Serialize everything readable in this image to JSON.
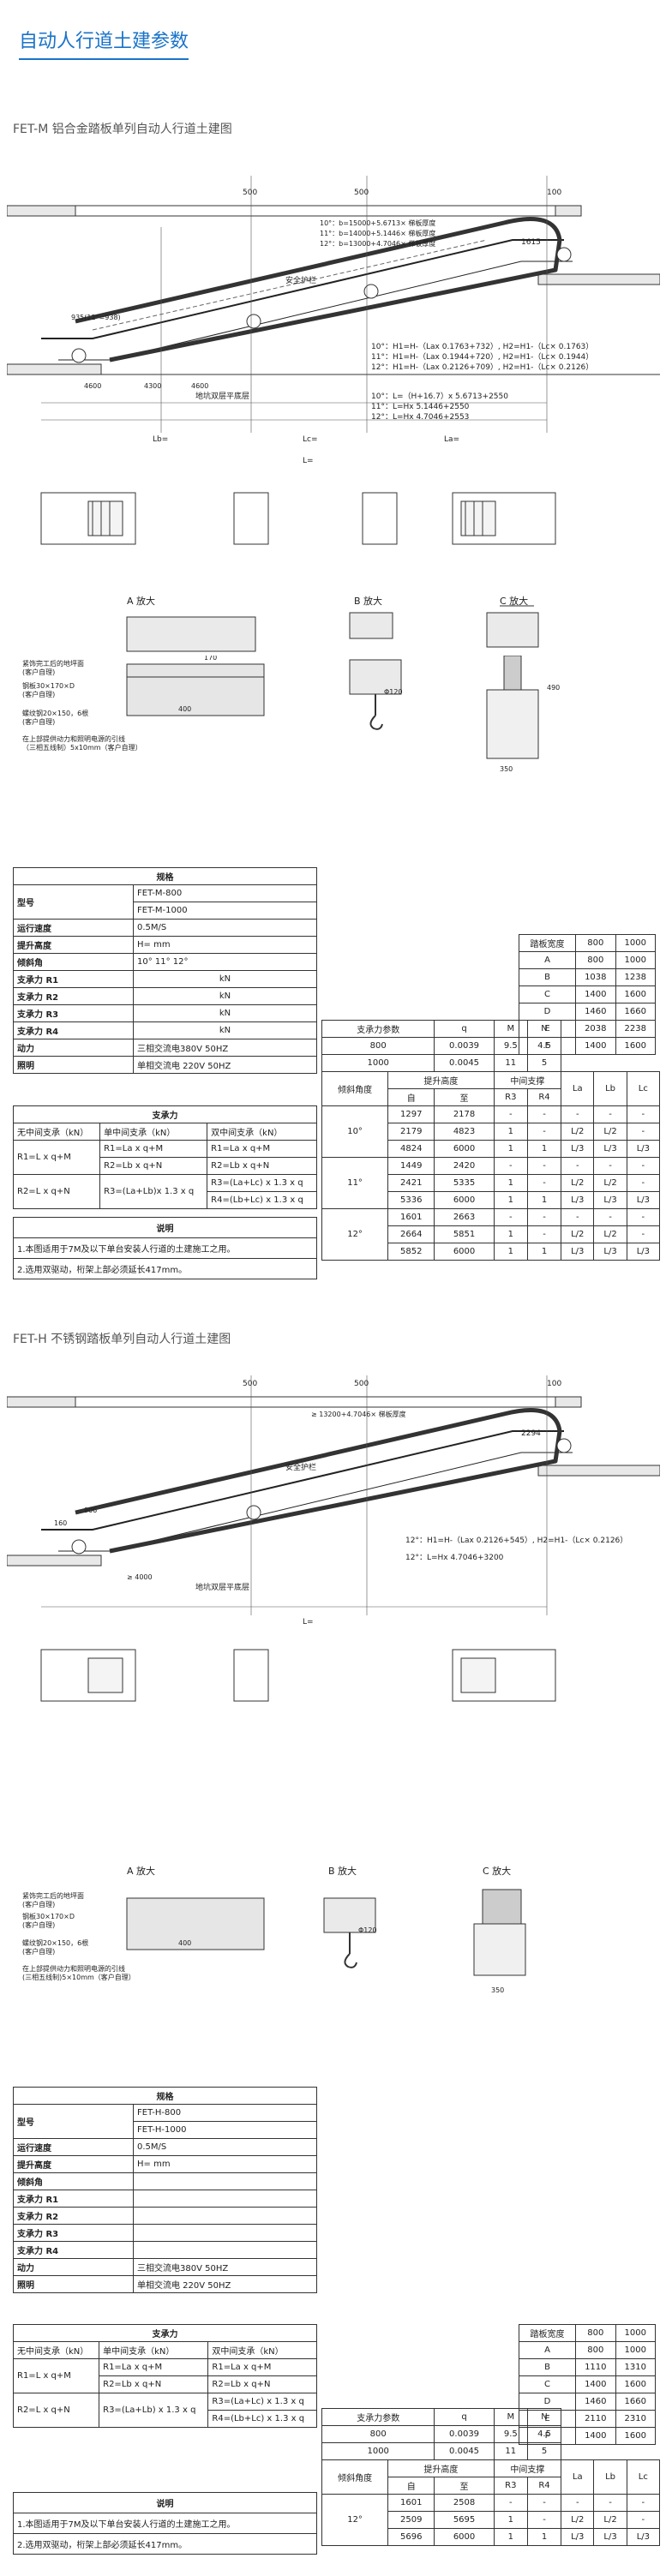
{
  "header": {
    "title": "自动人行道土建参数"
  },
  "sections": [
    {
      "title": "FET-M 铝合金踏板单列自动人行道土建图",
      "spec": {
        "caption": "规格",
        "rows": [
          {
            "label": "型号",
            "value": "FET-M-800"
          },
          {
            "label": "",
            "value": "FET-M-1000"
          },
          {
            "label": "运行速度",
            "value": "0.5M/S"
          },
          {
            "label": "提升高度",
            "value": "H=     mm"
          },
          {
            "label": "倾斜角",
            "value": "10°      11°      12°"
          },
          {
            "label": "支承力 R1",
            "value": "kN"
          },
          {
            "label": "支承力 R2",
            "value": "kN"
          },
          {
            "label": "支承力 R3",
            "value": "kN"
          },
          {
            "label": "支承力 R4",
            "value": "kN"
          },
          {
            "label": "动力",
            "value": "三相交流电380V 50HZ"
          },
          {
            "label": "照明",
            "value": "单相交流电 220V 50HZ"
          }
        ]
      },
      "load": {
        "caption": "支承力",
        "headers": [
          "无中间支承（kN）",
          "单中间支承（kN）",
          "双中间支承（kN）"
        ],
        "rows": [
          [
            "R1=L x q+M",
            "R1=La x q+M",
            "R1=La x q+M"
          ],
          [
            "",
            "R2=Lb x q+N",
            "R2=Lb x q+N"
          ],
          [
            "R2=L x q+N",
            "R3=(La+Lb)x 1.3 x q",
            "R3=(La+Lc) x 1.3 x q"
          ],
          [
            "",
            "",
            "R4=(Lb+Lc) x 1.3 x q"
          ]
        ]
      },
      "note": {
        "caption": "说明",
        "lines": [
          "1.本图适用于7M及以下单台安装人行道的土建施工之用。",
          "2.选用双驱动，桁架上部必须延长417mm。"
        ]
      },
      "dim": {
        "headers": [
          "踏板宽度",
          "800",
          "1000"
        ],
        "rows": [
          [
            "A",
            "800",
            "1000"
          ],
          [
            "B",
            "1038",
            "1238"
          ],
          [
            "C",
            "1400",
            "1600"
          ],
          [
            "D",
            "1460",
            "1660"
          ],
          [
            "E",
            "2038",
            "2238"
          ],
          [
            "F",
            "1400",
            "1600"
          ]
        ]
      },
      "support": {
        "headers": [
          "支承力参数",
          "q",
          "M",
          "N"
        ],
        "rows": [
          [
            "800",
            "0.0039",
            "9.5",
            "4.5"
          ],
          [
            "1000",
            "0.0045",
            "11",
            "5"
          ]
        ]
      },
      "main": {
        "head1": [
          "倾斜角度",
          "提升高度",
          "中间支撑",
          "La",
          "Lb",
          "Lc"
        ],
        "head2": [
          "自",
          "至",
          "R3",
          "R4"
        ],
        "groups": [
          {
            "angle": "10°",
            "rows": [
              [
                "1297",
                "2178",
                "-",
                "-",
                "-",
                "-",
                "-"
              ],
              [
                "2179",
                "4823",
                "1",
                "-",
                "L/2",
                "L/2",
                "-"
              ],
              [
                "4824",
                "6000",
                "1",
                "1",
                "L/3",
                "L/3",
                "L/3"
              ]
            ]
          },
          {
            "angle": "11°",
            "rows": [
              [
                "1449",
                "2420",
                "-",
                "-",
                "-",
                "-",
                "-"
              ],
              [
                "2421",
                "5335",
                "1",
                "-",
                "L/2",
                "L/2",
                "-"
              ],
              [
                "5336",
                "6000",
                "1",
                "1",
                "L/3",
                "L/3",
                "L/3"
              ]
            ]
          },
          {
            "angle": "12°",
            "rows": [
              [
                "1601",
                "2663",
                "-",
                "-",
                "-",
                "-",
                "-"
              ],
              [
                "2664",
                "5851",
                "1",
                "-",
                "L/2",
                "L/2",
                "-"
              ],
              [
                "5852",
                "6000",
                "1",
                "1",
                "L/3",
                "L/3",
                "L/3"
              ]
            ]
          }
        ]
      },
      "drawing": {
        "top_dims": [
          "500",
          "500",
          "100"
        ],
        "formulas_top": [
          "10°：b=15000+5.6713× 梯板厚度",
          "11°：b=14000+5.1446× 梯板厚度",
          "12°：b=13000+4.7046× 梯板厚度"
        ],
        "formulas_h": [
          "10°：H1=H-（Lax 0.1763+732）, H2=H1-（Lc× 0.1763）",
          "11°：H1=H-（Lax 0.1944+720）, H2=H1-（Lc× 0.1944）",
          "12°：H1=H-（Lax 0.2126+709）, H2=H1-（Lc× 0.2126）"
        ],
        "formulas_l": [
          "10°：L=（H+16.7）x 5.6713+2550",
          "11°：L=Hx 5.1446+2550",
          "12°：L=Hx 4.7046+2553"
        ],
        "labels": [
          "安全护栏",
          "地坑双层平底层",
          "La=",
          "Lb=",
          "Lc=",
          "L=",
          "1615",
          "935(12°=938)",
          "4600",
          "4300",
          "4600"
        ],
        "detail_titles": [
          "A 放大",
          "B 放大",
          "C 放大"
        ],
        "detail_labels": [
          "紧饰完工后的地坪面",
          "(客户自理)",
          "钢板30×170×D",
          "(客户自理)",
          "螺纹钢20×150，6根",
          "(客户自理)",
          "在上部提供动力和照明电源的引线",
          "（三相五线制）5x10mm（客户自理）",
          "400",
          "170",
          "Φ120",
          "350",
          "490"
        ]
      }
    },
    {
      "title": "FET-H 不锈钢踏板单列自动人行道土建图",
      "spec": {
        "caption": "规格",
        "rows": [
          {
            "label": "型号",
            "value": "FET-H-800"
          },
          {
            "label": "",
            "value": "FET-H-1000"
          },
          {
            "label": "运行速度",
            "value": "0.5M/S"
          },
          {
            "label": "提升高度",
            "value": "H=     mm"
          },
          {
            "label": "倾斜角",
            "value": ""
          },
          {
            "label": "支承力 R1",
            "value": ""
          },
          {
            "label": "支承力 R2",
            "value": ""
          },
          {
            "label": "支承力 R3",
            "value": ""
          },
          {
            "label": "支承力 R4",
            "value": ""
          },
          {
            "label": "动力",
            "value": "三相交流电380V 50HZ"
          },
          {
            "label": "照明",
            "value": "单相交流电 220V 50HZ"
          }
        ]
      },
      "load": {
        "caption": "支承力",
        "headers": [
          "无中间支承（kN）",
          "单中间支承（kN）",
          "双中间支承（kN）"
        ],
        "rows": [
          [
            "R1=L x q+M",
            "R1=La x q+M",
            "R1=La x q+M"
          ],
          [
            "",
            "R2=Lb x q+N",
            "R2=Lb x q+N"
          ],
          [
            "R2=L x q+N",
            "R3=(La+Lb) x 1.3 x q",
            "R3=(La+Lc) x 1.3 x q"
          ],
          [
            "",
            "",
            "R4=(Lb+Lc) x 1.3 x q"
          ]
        ]
      },
      "note": {
        "caption": "说明",
        "lines": [
          "1.本图适用于7M及以下单台安装人行道的土建施工之用。",
          "2.选用双驱动，桁架上部必须延长417mm。"
        ]
      },
      "dim": {
        "headers": [
          "踏板宽度",
          "800",
          "1000"
        ],
        "rows": [
          [
            "A",
            "800",
            "1000"
          ],
          [
            "B",
            "1110",
            "1310"
          ],
          [
            "C",
            "1400",
            "1600"
          ],
          [
            "D",
            "1460",
            "1660"
          ],
          [
            "E",
            "2110",
            "2310"
          ],
          [
            "F",
            "1400",
            "1600"
          ]
        ]
      },
      "support": {
        "headers": [
          "支承力参数",
          "q",
          "M",
          "N"
        ],
        "rows": [
          [
            "800",
            "0.0039",
            "9.5",
            "4.5"
          ],
          [
            "1000",
            "0.0045",
            "11",
            "5"
          ]
        ]
      },
      "main": {
        "head1": [
          "倾斜角度",
          "提升高度",
          "中间支撑",
          "La",
          "Lb",
          "Lc"
        ],
        "head2": [
          "自",
          "至",
          "R3",
          "R4"
        ],
        "groups": [
          {
            "angle": "12°",
            "rows": [
              [
                "1601",
                "2508",
                "-",
                "-",
                "-",
                "-",
                "-"
              ],
              [
                "2509",
                "5695",
                "1",
                "-",
                "L/2",
                "L/2",
                "-"
              ],
              [
                "5696",
                "6000",
                "1",
                "1",
                "L/3",
                "L/3",
                "L/3"
              ]
            ]
          }
        ]
      },
      "drawing": {
        "top_dims": [
          "500",
          "500",
          "100"
        ],
        "formulas_top": [
          "≥ 13200+4.7046× 梯板厚度"
        ],
        "formulas_h": [
          "12°：H1=H-（Lax 0.2126+545）, H2=H1-（Lc× 0.2126）"
        ],
        "formulas_l": [
          "12°：L=Hx 4.7046+3200"
        ],
        "labels": [
          "安全护栏",
          "地坑双层平底层",
          "L=",
          "2294",
          "906",
          "≥ 4000",
          "160"
        ],
        "detail_titles": [
          "A 放大",
          "B 放大",
          "C 放大"
        ],
        "detail_labels": [
          "紧饰完工后的地坪面",
          "(客户自理)",
          "钢板30×170×D",
          "(客户自理)",
          "螺纹钢20×150，6根",
          "(客户自理)",
          "在上部提供动力和照明电源的引线",
          "(三相五线制)5×10mm（客户自理）",
          "400",
          "Φ120",
          "350"
        ]
      }
    }
  ]
}
